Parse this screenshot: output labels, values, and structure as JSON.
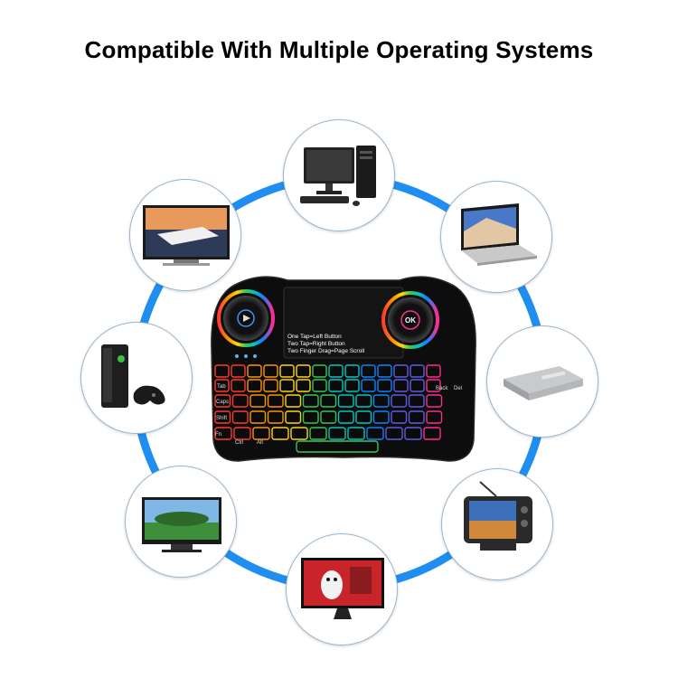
{
  "headline": "Compatible With Multiple Operating Systems",
  "ring_color": "#1f8ef0",
  "devices": [
    {
      "name": "desktop-computer-icon"
    },
    {
      "name": "laptop-icon"
    },
    {
      "name": "tv-box-icon"
    },
    {
      "name": "portable-tv-icon"
    },
    {
      "name": "smart-tv-icon"
    },
    {
      "name": "monitor-icon"
    },
    {
      "name": "game-console-icon"
    },
    {
      "name": "flat-tv-icon"
    }
  ],
  "keyboard": {
    "touchpad_hints": [
      "One Tap=Left Button",
      "Two Tap=Right Button",
      "Two Finger Drag=Page Scroll"
    ],
    "ok_label": "OK",
    "key_labels": [
      "Tab",
      "Caps",
      "Shift",
      "Fn",
      "Ctrl",
      "Alt",
      "Back",
      "Del"
    ],
    "backlight_colors": [
      "#ff3b30",
      "#ff9500",
      "#ffd60a",
      "#34c759",
      "#00c7be",
      "#0a84ff",
      "#5e5ce6",
      "#ff2d92"
    ]
  }
}
